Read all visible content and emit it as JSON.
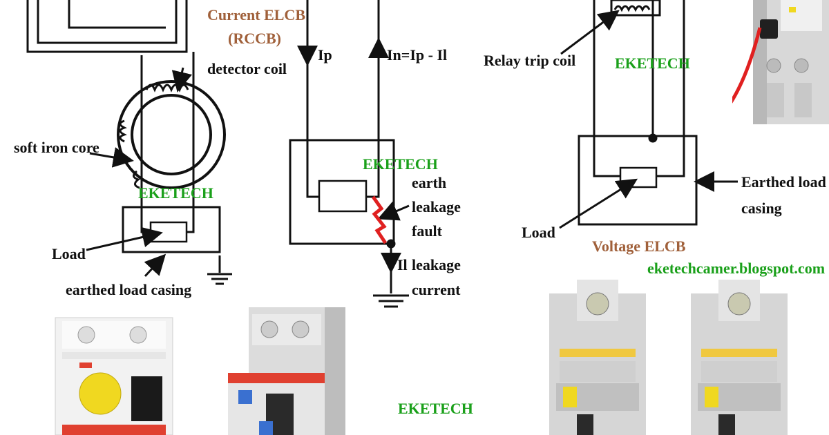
{
  "left_diagram": {
    "title_line1": "Current ELCB",
    "title_line2": "(RCCB)",
    "detector_coil": "detector coil",
    "soft_iron_core": "soft iron core",
    "load": "Load",
    "earthed_load_casing": "earthed load casing",
    "watermark": "EKETECH"
  },
  "middle_diagram": {
    "current_in": "Ip",
    "current_return": "In=Ip - Il",
    "earth": "earth",
    "leakage": "leakage",
    "fault": "fault",
    "leakage_current_symbol": "Il",
    "leakage2": "leakage",
    "current": "current",
    "watermark": "EKETECH"
  },
  "right_diagram": {
    "relay_trip_coil": "Relay trip coil",
    "earthed_line1": "Earthed load",
    "earthed_line2": "casing",
    "load": "Load",
    "title": "Voltage ELCB",
    "blog_url": "eketechcamer.blogspot.com",
    "watermark": "EKETECH"
  },
  "bottom": {
    "watermark": "EKETECH"
  },
  "colors": {
    "label_brown": "#a0603a",
    "watermark_green": "#1aa01a",
    "fault_red": "#e02020",
    "breaker_yellow": "#f0d820",
    "breaker_red_stripe": "#e04030",
    "breaker_blue": "#3a70d0"
  }
}
